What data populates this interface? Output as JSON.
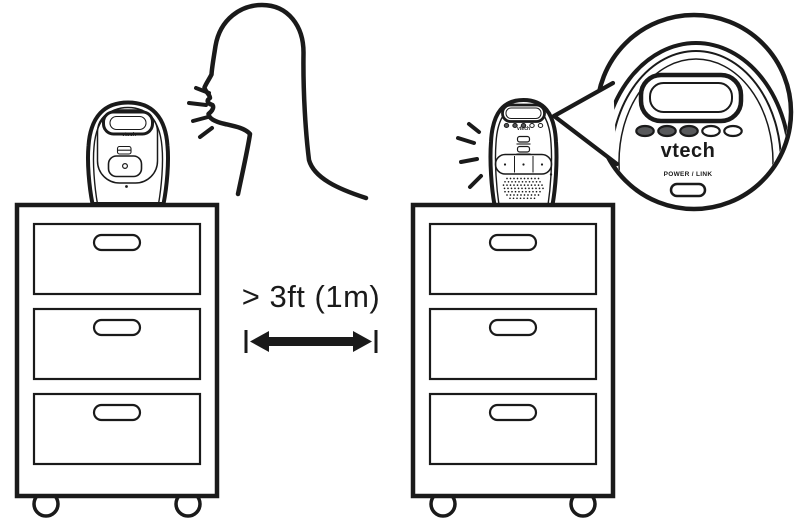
{
  "diagram": {
    "brand": "vtech",
    "distance_label": "> 3ft (1m)",
    "callout": {
      "power_link_label": "POWER / LINK",
      "leds": [
        "on",
        "on",
        "on",
        "off",
        "off"
      ]
    },
    "colors": {
      "line": "#1a1a1a",
      "background": "#ffffff",
      "led_on": "#58595b"
    }
  }
}
